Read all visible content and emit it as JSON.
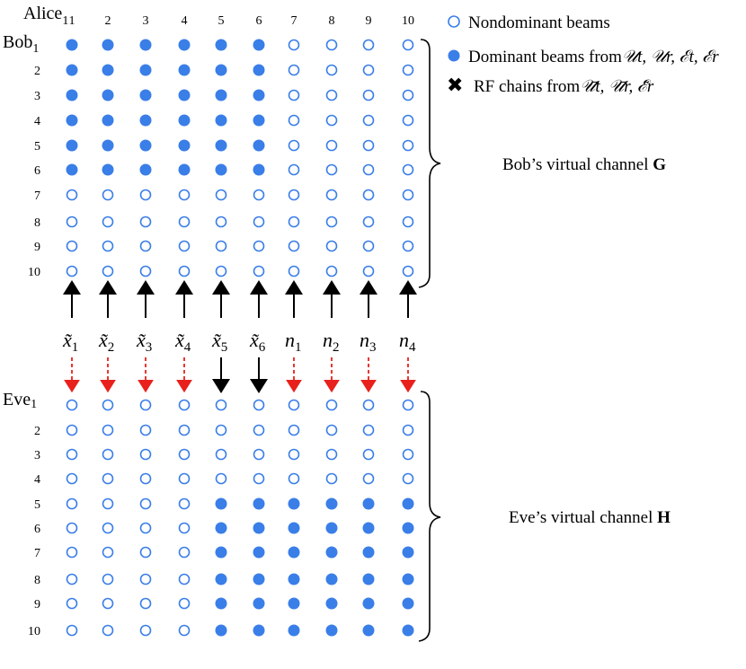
{
  "header": {
    "alice": "Alice",
    "alice_sub": "1",
    "bob": "Bob",
    "bob_sub": "1",
    "eve": "Eve",
    "eve_sub": "1"
  },
  "columns": [
    "1",
    "2",
    "3",
    "4",
    "5",
    "6",
    "7",
    "8",
    "9",
    "10"
  ],
  "bob_rows": [
    "1",
    "2",
    "3",
    "4",
    "5",
    "6",
    "7",
    "8",
    "9",
    "10"
  ],
  "eve_rows": [
    "1",
    "2",
    "3",
    "4",
    "5",
    "6",
    "7",
    "8",
    "9",
    "10"
  ],
  "legend": {
    "nondominant": "Nondominant beams",
    "dominant_prefix": "Dominant beams from",
    "dominant_math": "𝒰t, 𝒰r, ℰt, ℰr",
    "rf_prefix": "RF chains from",
    "rf_math": "𝒰̄t, 𝒰̄r, ℰ̄r"
  },
  "bob_channel": {
    "text": "Bob’s virtual channel ",
    "bold": "G"
  },
  "eve_channel": {
    "text": "Eve’s virtual channel ",
    "bold": "H"
  },
  "signals": [
    {
      "base": "x̃",
      "sub": "1"
    },
    {
      "base": "x̃",
      "sub": "2"
    },
    {
      "base": "x̃",
      "sub": "3"
    },
    {
      "base": "x̃",
      "sub": "4"
    },
    {
      "base": "x̃",
      "sub": "5"
    },
    {
      "base": "x̃",
      "sub": "6"
    },
    {
      "base": "n",
      "sub": "1"
    },
    {
      "base": "n",
      "sub": "2"
    },
    {
      "base": "n",
      "sub": "3"
    },
    {
      "base": "n",
      "sub": "4"
    }
  ],
  "bob_grid": [
    [
      1,
      1,
      1,
      1,
      1,
      1,
      0,
      0,
      0,
      0
    ],
    [
      1,
      1,
      1,
      1,
      1,
      1,
      0,
      0,
      0,
      0
    ],
    [
      1,
      1,
      1,
      1,
      1,
      1,
      0,
      0,
      0,
      0
    ],
    [
      1,
      1,
      1,
      1,
      1,
      1,
      0,
      0,
      0,
      0
    ],
    [
      1,
      1,
      1,
      1,
      1,
      1,
      0,
      0,
      0,
      0
    ],
    [
      1,
      1,
      1,
      1,
      1,
      1,
      0,
      0,
      0,
      0
    ],
    [
      0,
      0,
      0,
      0,
      0,
      0,
      0,
      0,
      0,
      0
    ],
    [
      0,
      0,
      0,
      0,
      0,
      0,
      0,
      0,
      0,
      0
    ],
    [
      0,
      0,
      0,
      0,
      0,
      0,
      0,
      0,
      0,
      0
    ],
    [
      0,
      0,
      0,
      0,
      0,
      0,
      0,
      0,
      0,
      0
    ]
  ],
  "eve_grid": [
    [
      0,
      0,
      0,
      0,
      0,
      0,
      0,
      0,
      0,
      0
    ],
    [
      0,
      0,
      0,
      0,
      0,
      0,
      0,
      0,
      0,
      0
    ],
    [
      0,
      0,
      0,
      0,
      0,
      0,
      0,
      0,
      0,
      0
    ],
    [
      0,
      0,
      0,
      0,
      0,
      0,
      0,
      0,
      0,
      0
    ],
    [
      0,
      0,
      0,
      0,
      1,
      1,
      1,
      1,
      1,
      1
    ],
    [
      0,
      0,
      0,
      0,
      1,
      1,
      1,
      1,
      1,
      1
    ],
    [
      0,
      0,
      0,
      0,
      1,
      1,
      1,
      1,
      1,
      1
    ],
    [
      0,
      0,
      0,
      0,
      1,
      1,
      1,
      1,
      1,
      1
    ],
    [
      0,
      0,
      0,
      0,
      1,
      1,
      1,
      1,
      1,
      1
    ],
    [
      0,
      0,
      0,
      0,
      1,
      1,
      1,
      1,
      1,
      1
    ]
  ],
  "eve_arrow_styles": [
    "red-dashed",
    "red-dashed",
    "red-dashed",
    "red-dashed",
    "black-solid",
    "black-solid",
    "red-dashed",
    "red-dashed",
    "red-dashed",
    "red-dashed"
  ],
  "colors": {
    "beam": "#3a7ee8",
    "arrow": "#000000",
    "dashed_arrow": "#e8211c",
    "brace": "#000000"
  }
}
